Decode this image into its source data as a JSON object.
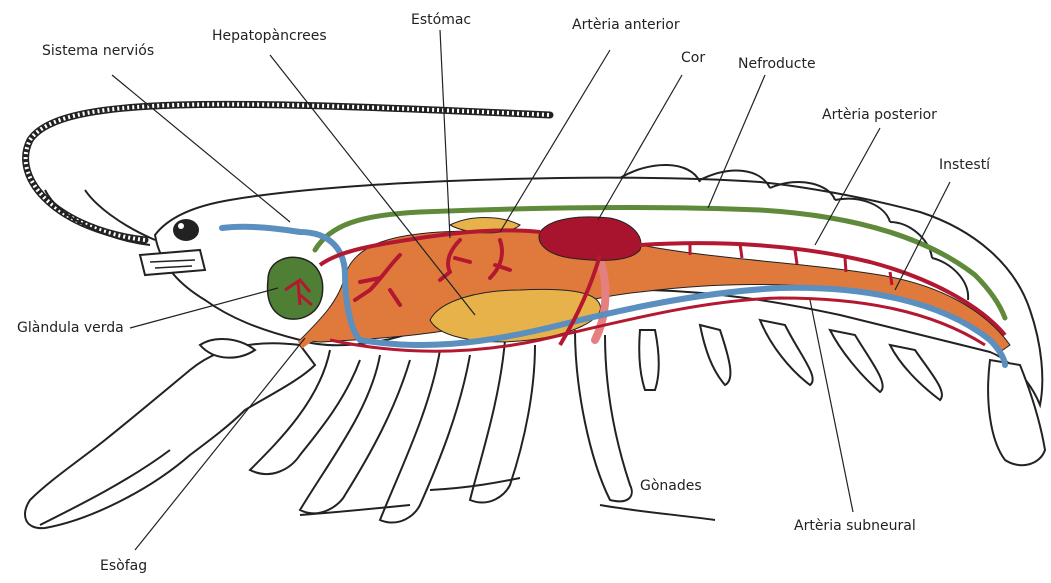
{
  "labels": {
    "sistema_nervios": "Sistema nerviós",
    "hepatopancrees": "Hepatopàncrees",
    "estomac": "Estómac",
    "arteria_anterior": "Artèria anterior",
    "cor": "Cor",
    "nefroducte": "Nefroducte",
    "arteria_posterior": "Artèria posterior",
    "intesti": "Instestí",
    "glandula_verda": "Glàndula verda",
    "gonades": "Gònades",
    "arteria_subneural": "Artèria subneural",
    "esofag": "Esòfag"
  },
  "colors": {
    "outline": "#222222",
    "nerve": "#5b8fbf",
    "green_gland": "#4f7f34",
    "nephroduct": "#5e8a3a",
    "artery": "#b31830",
    "heart": "#a8132e",
    "digestive": "#e07a3c",
    "hepatopancreas": "#e7b24a",
    "gonad": "#e57f80"
  }
}
